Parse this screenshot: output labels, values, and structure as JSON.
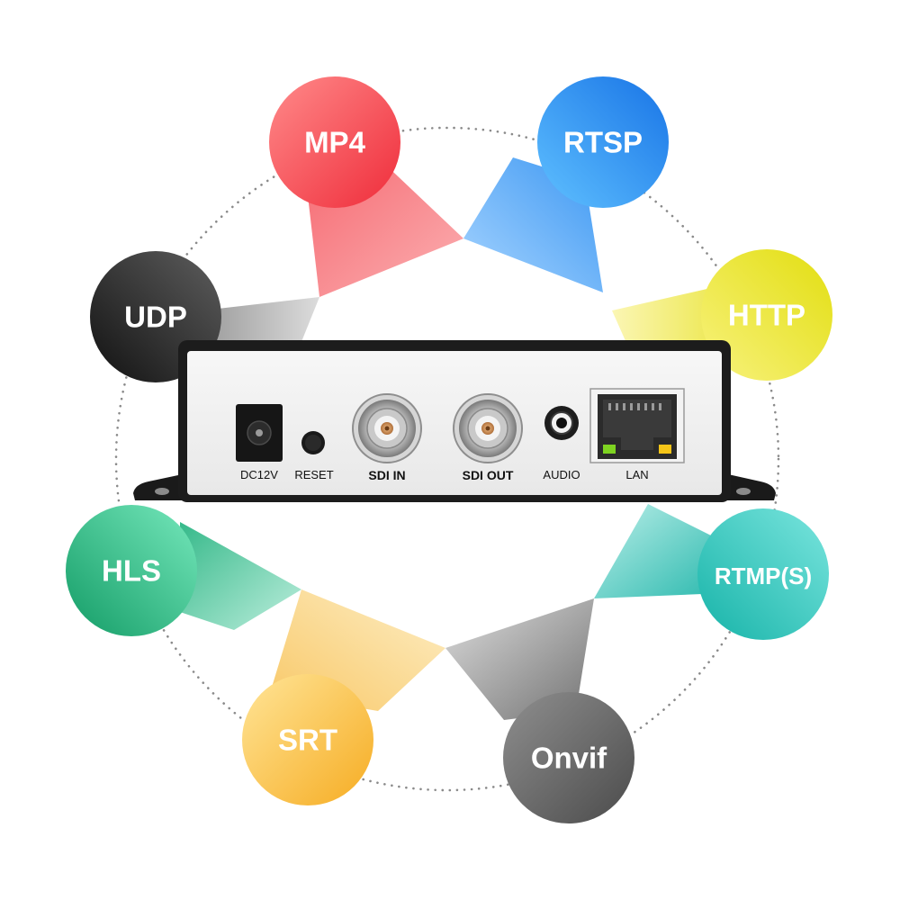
{
  "protocols": [
    {
      "label": "MP4",
      "color_from": "#ff8a8a",
      "color_to": "#f2343f"
    },
    {
      "label": "RTSP",
      "color_from": "#58b6ff",
      "color_to": "#1478e8"
    },
    {
      "label": "HTTP",
      "color_from": "#f6f07a",
      "color_to": "#e2dd12"
    },
    {
      "label": "RTMP(S)",
      "color_from": "#7fe6df",
      "color_to": "#18b7ad"
    },
    {
      "label": "Onvif",
      "color_from": "#8c8c8c",
      "color_to": "#4d4d4d"
    },
    {
      "label": "SRT",
      "color_from": "#ffe08a",
      "color_to": "#f7b12d"
    },
    {
      "label": "HLS",
      "color_from": "#72e6b8",
      "color_to": "#15a06a"
    },
    {
      "label": "UDP",
      "color_from": "#5a5a5a",
      "color_to": "#141414"
    }
  ],
  "device": {
    "ports": {
      "dc": "DC12V",
      "reset": "RESET",
      "sdi_in": "SDI IN",
      "sdi_out": "SDI OUT",
      "audio": "AUDIO",
      "lan": "LAN"
    }
  }
}
